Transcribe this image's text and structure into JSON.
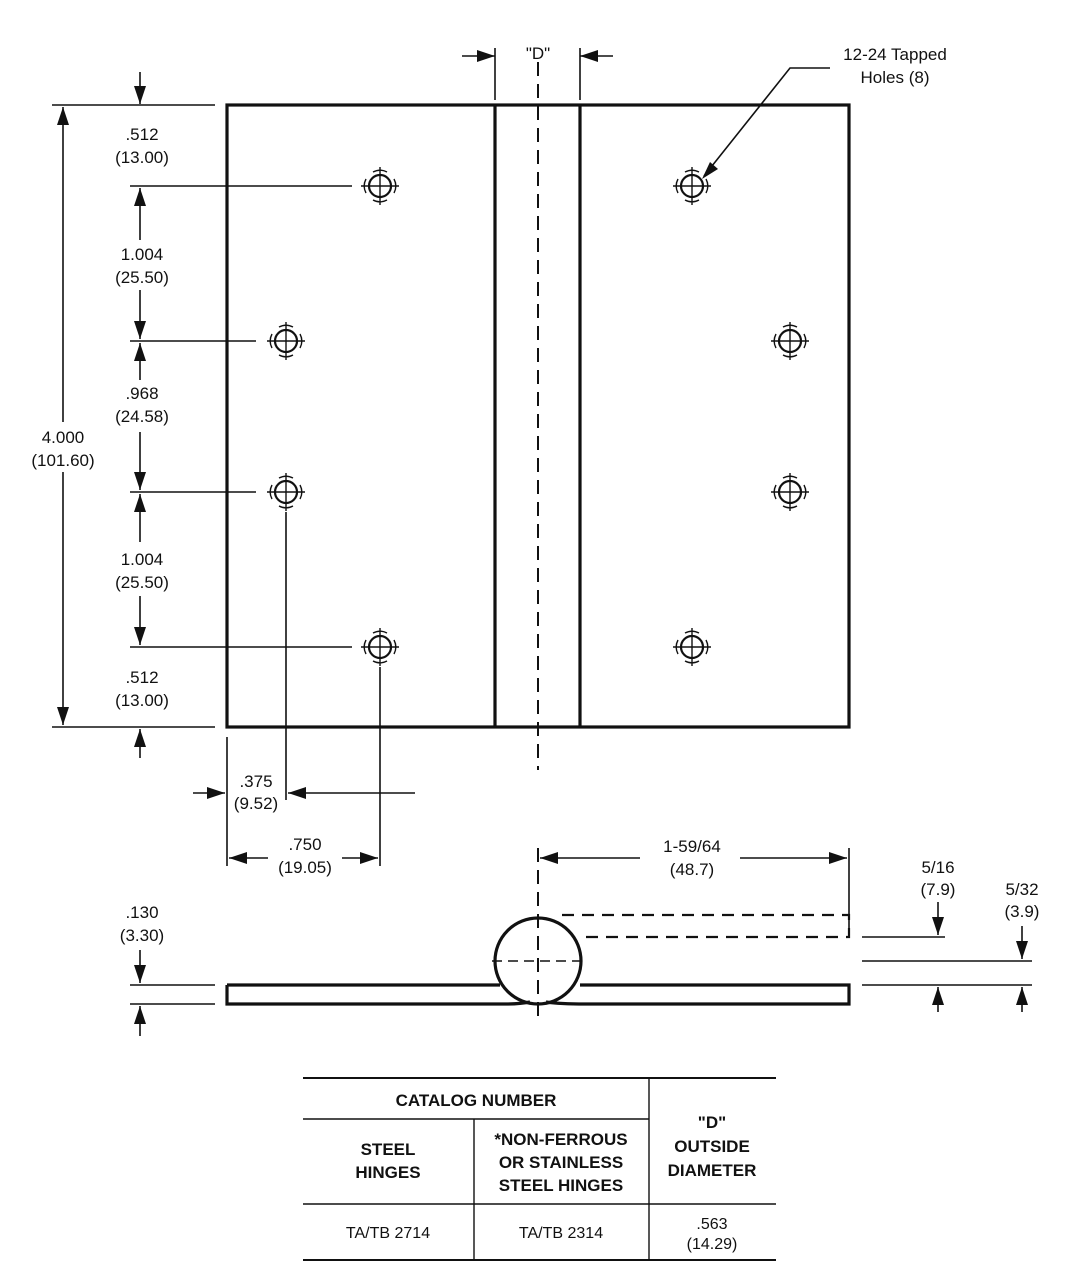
{
  "drawing": {
    "partial_top_text": "",
    "d_label": "\"D\"",
    "tapped_holes": {
      "line1": "12-24 Tapped",
      "line2": "Holes (8)"
    },
    "dims": {
      "top_offset": {
        "in": ".512",
        "mm": "(13.00)"
      },
      "spacing_1": {
        "in": "1.004",
        "mm": "(25.50)"
      },
      "spacing_2": {
        "in": ".968",
        "mm": "(24.58)"
      },
      "spacing_3": {
        "in": "1.004",
        "mm": "(25.50)"
      },
      "bottom_offset": {
        "in": ".512",
        "mm": "(13.00)"
      },
      "overall_height": {
        "in": "4.000",
        "mm": "(101.60)"
      },
      "hole_x_inner": {
        "in": ".375",
        "mm": "(9.52)"
      },
      "hole_x_outer": {
        "in": ".750",
        "mm": "(19.05)"
      },
      "leaf_width": {
        "in": "1-59/64",
        "mm": "(48.7)"
      },
      "thickness": {
        "in": ".130",
        "mm": "(3.30)"
      },
      "open_gap": {
        "in": "5/16",
        "mm": "(7.9)"
      },
      "closed_gap": {
        "in": "5/32",
        "mm": "(3.9)"
      }
    }
  },
  "table": {
    "catalog_header": "CATALOG NUMBER",
    "steel_header": [
      "STEEL",
      "HINGES"
    ],
    "nonferrous_header": [
      "*NON-FERROUS",
      "OR STAINLESS",
      "STEEL HINGES"
    ],
    "d_header": [
      "\"D\"",
      "OUTSIDE",
      "DIAMETER"
    ],
    "row": {
      "steel": "TA/TB 2714",
      "nonferrous": "TA/TB 2314",
      "d_in": ".563",
      "d_mm": "(14.29)"
    }
  }
}
